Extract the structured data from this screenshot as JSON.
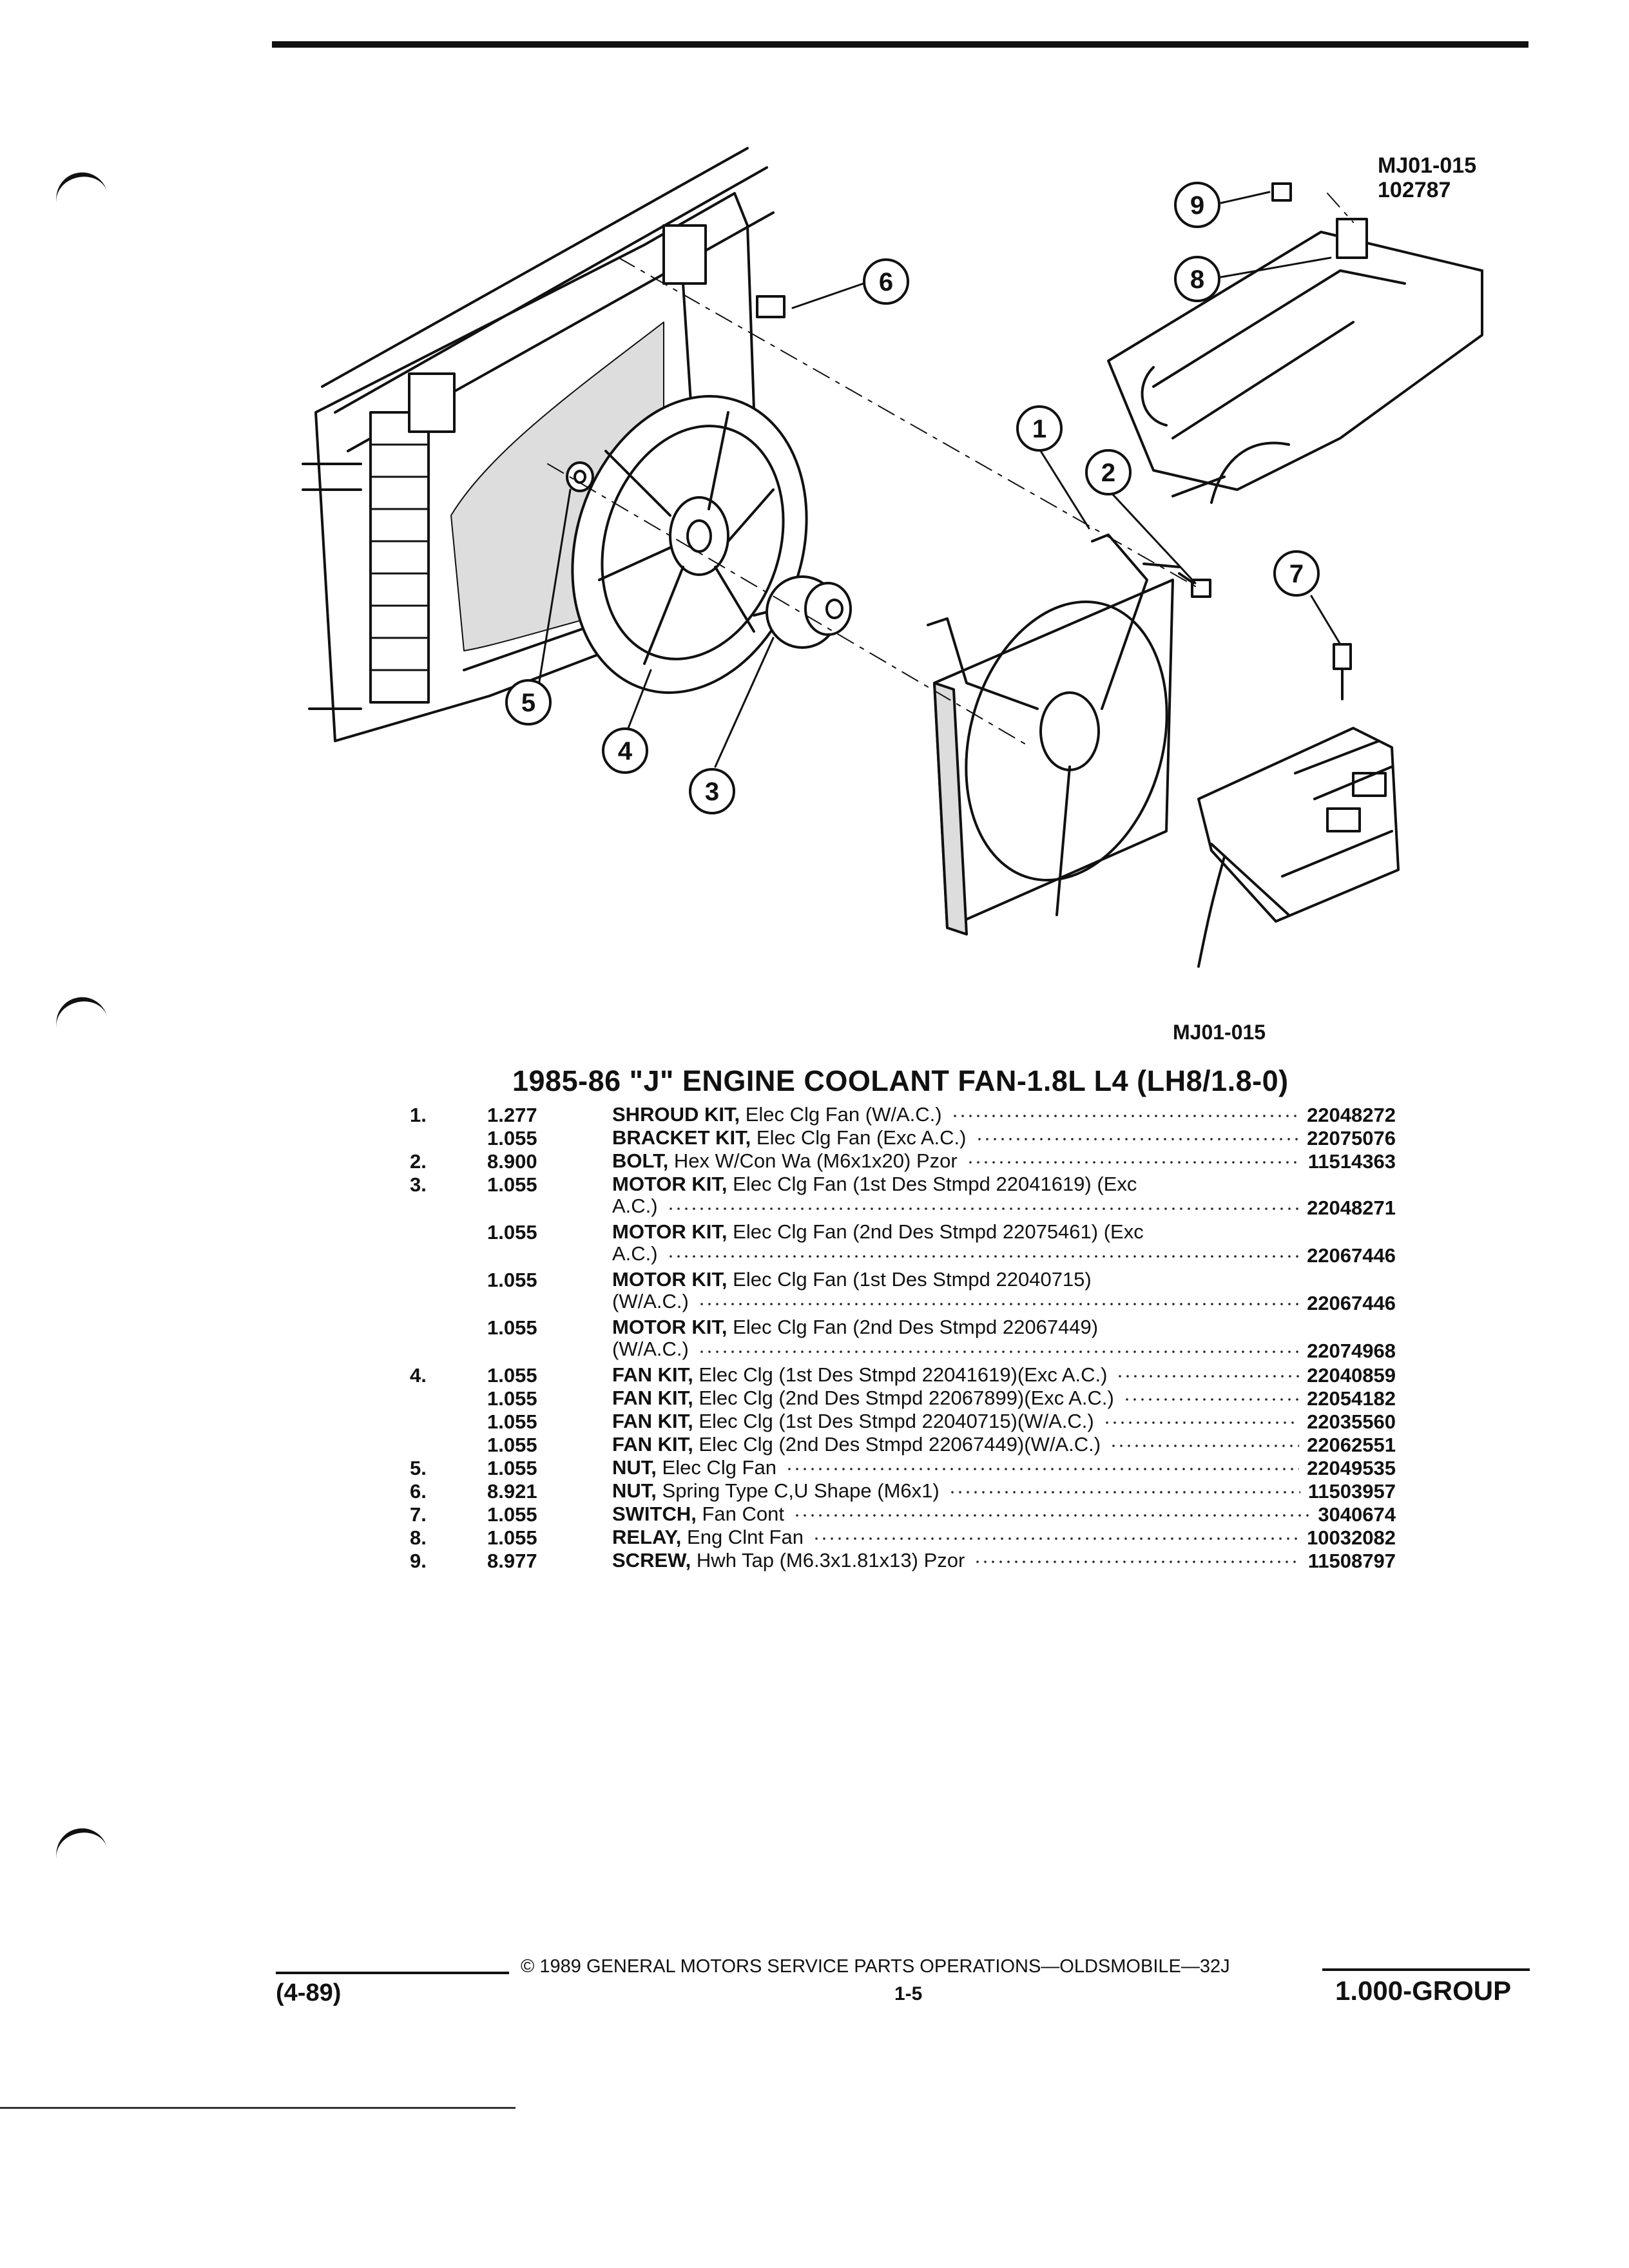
{
  "figure": {
    "id_top": "MJ01-015",
    "id_code": "102787",
    "id_bottom": "MJ01-015",
    "callouts": [
      "1",
      "2",
      "3",
      "4",
      "5",
      "6",
      "7",
      "8",
      "9"
    ]
  },
  "title": "1985-86 \"J\" ENGINE COOLANT FAN-1.8L L4 (LH8/1.8-0)",
  "parts": [
    {
      "index": "1.",
      "code": "1.277",
      "name": "SHROUD KIT,",
      "desc": "Elec Clg Fan (W/A.C.)",
      "part": "22048272"
    },
    {
      "index": "",
      "code": "1.055",
      "name": "BRACKET KIT,",
      "desc": "Elec Clg Fan (Exc A.C.)",
      "part": "22075076"
    },
    {
      "index": "2.",
      "code": "8.900",
      "name": "BOLT,",
      "desc": "Hex W/Con Wa (M6x1x20) Pzor",
      "part": "11514363"
    },
    {
      "index": "3.",
      "code": "1.055",
      "name": "MOTOR KIT,",
      "desc": "Elec Clg Fan (1st Des Stmpd 22041619) (Exc",
      "desc2": "A.C.)",
      "part": "22048271"
    },
    {
      "index": "",
      "code": "1.055",
      "name": "MOTOR KIT,",
      "desc": "Elec Clg Fan (2nd Des Stmpd 22075461) (Exc",
      "desc2": "A.C.)",
      "part": "22067446"
    },
    {
      "index": "",
      "code": "1.055",
      "name": "MOTOR KIT,",
      "desc": "Elec Clg Fan (1st Des Stmpd 22040715)",
      "desc2": "(W/A.C.)",
      "part": "22067446"
    },
    {
      "index": "",
      "code": "1.055",
      "name": "MOTOR KIT,",
      "desc": "Elec Clg Fan (2nd Des Stmpd 22067449)",
      "desc2": "(W/A.C.)",
      "part": "22074968"
    },
    {
      "index": "4.",
      "code": "1.055",
      "name": "FAN KIT,",
      "desc": "Elec Clg (1st Des Stmpd 22041619)(Exc A.C.)",
      "part": "22040859"
    },
    {
      "index": "",
      "code": "1.055",
      "name": "FAN KIT,",
      "desc": "Elec Clg (2nd Des Stmpd 22067899)(Exc A.C.)",
      "part": "22054182"
    },
    {
      "index": "",
      "code": "1.055",
      "name": "FAN KIT,",
      "desc": "Elec Clg (1st Des Stmpd 22040715)(W/A.C.)",
      "part": "22035560"
    },
    {
      "index": "",
      "code": "1.055",
      "name": "FAN KIT,",
      "desc": "Elec Clg (2nd Des Stmpd 22067449)(W/A.C.)",
      "part": "22062551"
    },
    {
      "index": "5.",
      "code": "1.055",
      "name": "NUT,",
      "desc": "Elec Clg Fan",
      "part": "22049535"
    },
    {
      "index": "6.",
      "code": "8.921",
      "name": "NUT,",
      "desc": "Spring Type C,U Shape (M6x1)",
      "part": "11503957"
    },
    {
      "index": "7.",
      "code": "1.055",
      "name": "SWITCH,",
      "desc": "Fan Cont",
      "part": "3040674"
    },
    {
      "index": "8.",
      "code": "1.055",
      "name": "RELAY,",
      "desc": "Eng Clnt Fan",
      "part": "10032082"
    },
    {
      "index": "9.",
      "code": "8.977",
      "name": "SCREW,",
      "desc": "Hwh Tap (M6.3x1.81x13) Pzor",
      "part": "11508797"
    }
  ],
  "footer": {
    "date": "(4-89)",
    "copyright": "©  1989  GENERAL MOTORS SERVICE PARTS OPERATIONS—OLDSMOBILE—32J",
    "page": "1-5",
    "group": "1.000-GROUP"
  }
}
